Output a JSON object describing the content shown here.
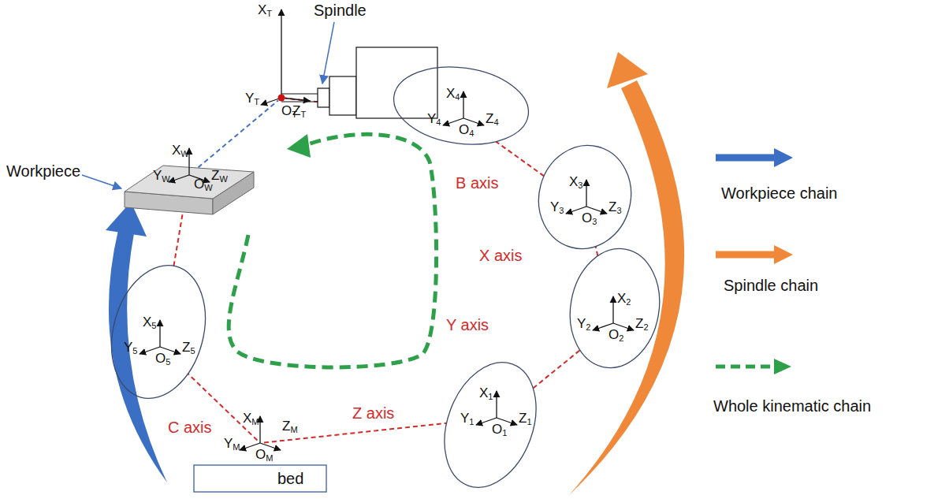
{
  "diagram": {
    "nodes": [
      {
        "text": [
          "XT",
          "YT",
          "ZT",
          "OT"
        ]
      },
      {
        "text": [
          "X4",
          "Y4",
          "Z4",
          "O4"
        ]
      },
      {
        "text": [
          "XW",
          "YW",
          "ZW",
          "OW"
        ]
      },
      {
        "text": [
          "X3",
          "Y3",
          "Z3",
          "O3"
        ]
      },
      {
        "text": [
          "X2",
          "Y2",
          "Z2",
          "O2"
        ]
      },
      {
        "text": [
          "X5",
          "Y5",
          "Z5",
          "O5"
        ]
      },
      {
        "text": [
          "X1",
          "Y1",
          "Z1",
          "O1"
        ]
      },
      {
        "text": [
          "XM",
          "YM",
          "ZM",
          "OM",
          "bed"
        ]
      }
    ],
    "edges": [
      {
        "from": 7,
        "to": 6,
        "arrow": "none"
      },
      {
        "from": 6,
        "to": 4,
        "arrow": "none"
      },
      {
        "from": 4,
        "to": 3,
        "arrow": "none"
      },
      {
        "from": 3,
        "to": 1,
        "arrow": "none"
      },
      {
        "from": 1,
        "to": 0,
        "arrow": "none"
      },
      {
        "from": 7,
        "to": 5,
        "arrow": "none"
      },
      {
        "from": 5,
        "to": 2,
        "arrow": "none"
      },
      {
        "from": 2,
        "to": 0,
        "arrow": "none"
      }
    ],
    "labels": [
      "Spindle",
      "Workpiece",
      "B axis",
      "X axis",
      "Y axis",
      "Z axis",
      "C axis"
    ],
    "legend": [
      {
        "text": "Workpiece chain"
      },
      {
        "text": "Spindle chain"
      },
      {
        "text": "Whole kinematic chain"
      }
    ]
  }
}
